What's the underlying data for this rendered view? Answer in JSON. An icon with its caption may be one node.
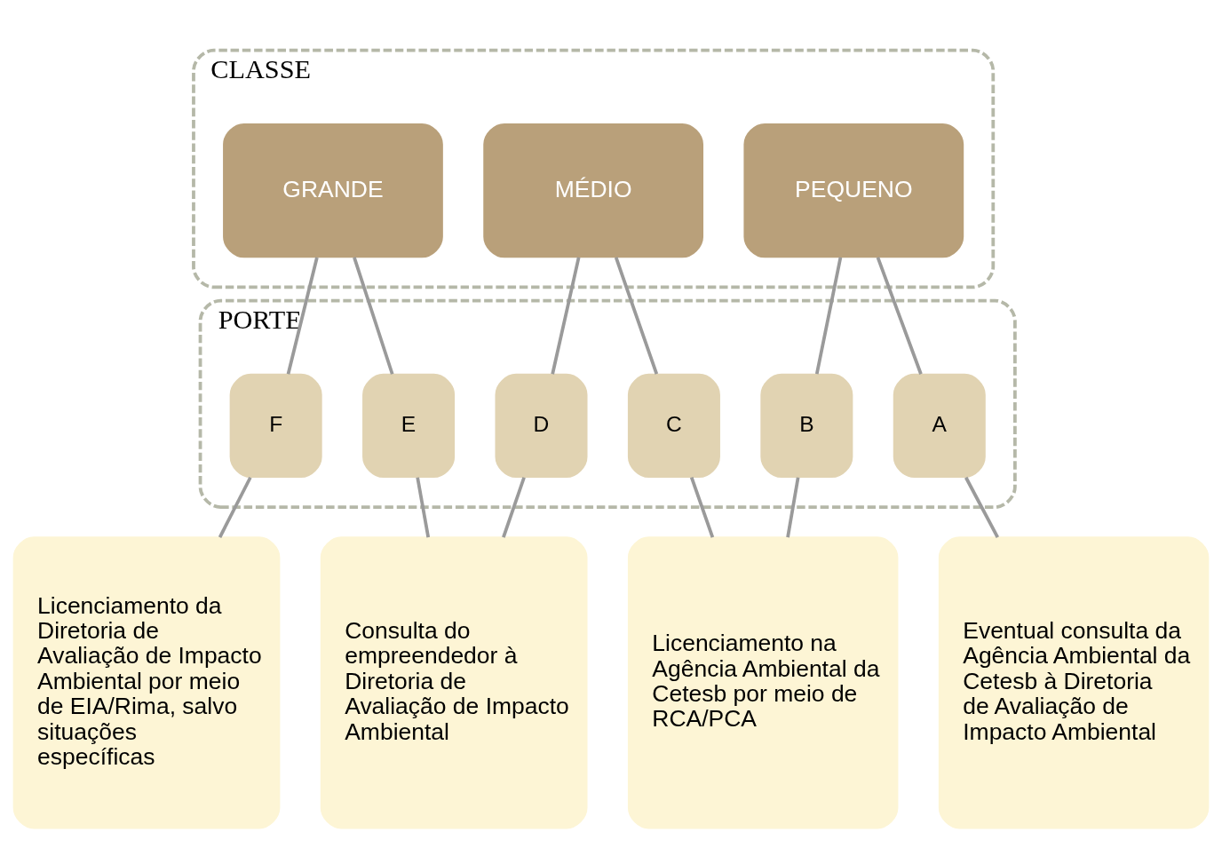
{
  "diagram": {
    "nodes": [
      {
        "text": [
          "CLASSE"
        ]
      },
      {
        "text": [
          "PEQUENO"
        ],
        "in": 0
      },
      {
        "text": [
          "MÉDIO"
        ],
        "in": 0
      },
      {
        "text": [
          "GRANDE"
        ],
        "in": 0
      },
      {
        "text": [
          "PORTE"
        ]
      },
      {
        "text": [
          "A"
        ],
        "in": 4
      },
      {
        "text": [
          "B"
        ],
        "in": 4
      },
      {
        "text": [
          "C"
        ],
        "in": 4
      },
      {
        "text": [
          "D"
        ],
        "in": 4
      },
      {
        "text": [
          "E"
        ],
        "in": 4
      },
      {
        "text": [
          "F"
        ],
        "in": 4
      },
      {
        "text": [
          "Eventual consulta da Agência Ambiental da Cetesb à Diretoria de Avaliação de Impacto Ambiental"
        ]
      },
      {
        "text": [
          "Licenciamento na Agência Ambiental da Cetesb por meio de RCA/PCA"
        ]
      },
      {
        "text": [
          "Consulta do empreendedor à Diretoria de Avaliação de Impacto Ambiental"
        ]
      },
      {
        "text": [
          "Licenciamento da Diretoria de Avaliação de Impacto Ambiental por meio de EIA/Rima, salvo situações específicas"
        ]
      }
    ],
    "edges": [
      {
        "from": 1,
        "to": 5,
        "arrow": "none"
      },
      {
        "from": 1,
        "to": 6,
        "arrow": "none"
      },
      {
        "from": 2,
        "to": 7,
        "arrow": "none"
      },
      {
        "from": 2,
        "to": 8,
        "arrow": "none"
      },
      {
        "from": 3,
        "to": 9,
        "arrow": "none"
      },
      {
        "from": 3,
        "to": 10,
        "arrow": "none"
      },
      {
        "from": 5,
        "to": 11,
        "arrow": "none"
      },
      {
        "from": 6,
        "to": 12,
        "arrow": "none"
      },
      {
        "from": 7,
        "to": 12,
        "arrow": "none"
      },
      {
        "from": 8,
        "to": 13,
        "arrow": "none"
      },
      {
        "from": 9,
        "to": 13,
        "arrow": "none"
      },
      {
        "from": 10,
        "to": 14,
        "arrow": "none"
      }
    ]
  }
}
